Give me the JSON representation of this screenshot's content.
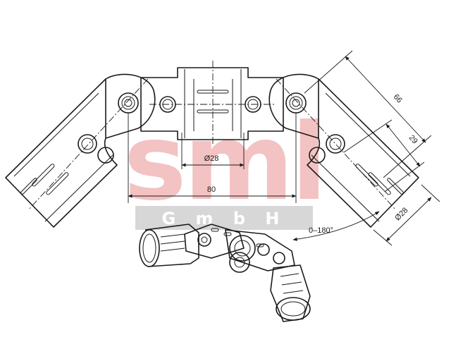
{
  "watermark": {
    "logo_text": "sml",
    "subtitle": "G m b H",
    "color": "#f1b8b8",
    "band_color": "#d7d7d7"
  },
  "dimensions": {
    "tube_diameter_center": "Ø28",
    "center_distance": "80",
    "arm_length": "66",
    "arm_offset": "29",
    "tube_diameter_arm": "Ø28",
    "angle_range": "0–180°"
  },
  "colors": {
    "line": "#1a1a1a",
    "background": "#ffffff"
  }
}
